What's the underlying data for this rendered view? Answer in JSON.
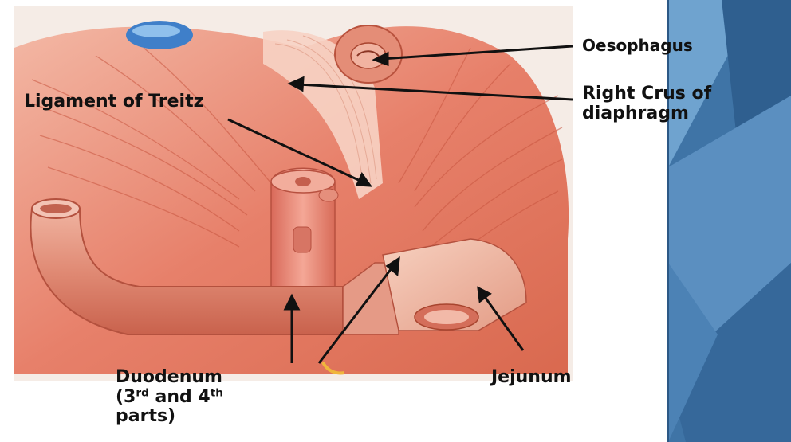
{
  "labels": {
    "oesophagus": "Oesophagus",
    "right_crus_line1": "Right Crus of",
    "right_crus_line2": "diaphragm",
    "ligament": "Ligament of Treitz",
    "duodenum_line1": "Duodenum",
    "duodenum_line2_a": "(3",
    "duodenum_line2_sup_a": "rd",
    "duodenum_line2_b": " and 4",
    "duodenum_line2_sup_b": "th",
    "duodenum_line3": "parts)",
    "jejunum": "Jejunum"
  },
  "colors": {
    "muscle": "#e9856d",
    "muscle_dark": "#cf5a45",
    "muscle_light": "#f6c3b2",
    "duodenum": "#e08a78",
    "jejunum": "#efb39d",
    "panel_blue": "#4a7fb0",
    "panel_blue_dark": "#2f5f8f",
    "panel_blue_light": "#7fb0d6",
    "arrow": "#111111"
  }
}
